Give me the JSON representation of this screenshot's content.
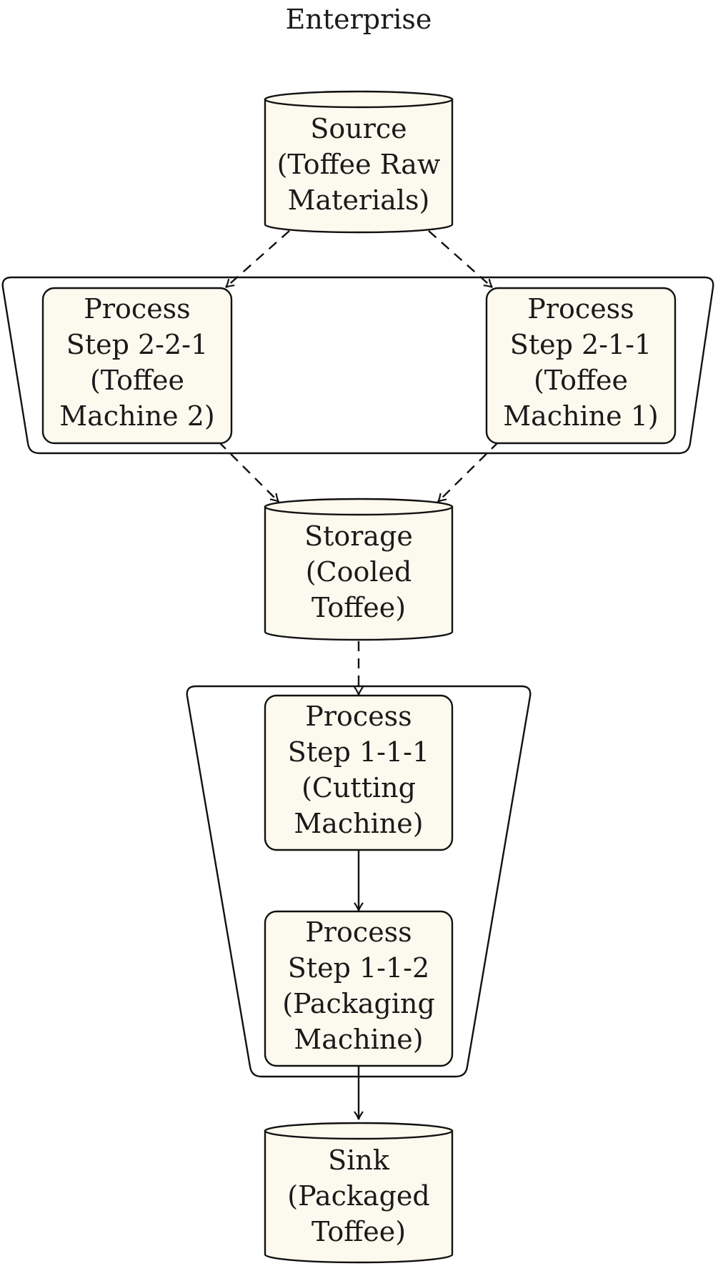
{
  "title": "Enterprise",
  "node_fill": "#fcf9ee",
  "line_color": "#111111",
  "nodes": {
    "source": {
      "shape": "cylinder",
      "lines": [
        "Source",
        "(Toffee Raw",
        "Materials)"
      ]
    },
    "p221": {
      "shape": "rounded-rect",
      "lines": [
        "Process",
        "Step 2-2-1",
        "(Toffee",
        "Machine 2)"
      ]
    },
    "p211": {
      "shape": "rounded-rect",
      "lines": [
        "Process",
        "Step 2-1-1",
        "(Toffee",
        "Machine 1)"
      ]
    },
    "storage": {
      "shape": "cylinder",
      "lines": [
        "Storage",
        "(Cooled",
        "Toffee)"
      ]
    },
    "p111": {
      "shape": "rounded-rect",
      "lines": [
        "Process",
        "Step 1-1-1",
        "(Cutting",
        "Machine)"
      ]
    },
    "p112": {
      "shape": "rounded-rect",
      "lines": [
        "Process",
        "Step 1-1-2",
        "(Packaging",
        "Machine)"
      ]
    },
    "sink": {
      "shape": "cylinder",
      "lines": [
        "Sink",
        "(Packaged",
        "Toffee)"
      ]
    }
  },
  "groups": [
    "stage-2-group",
    "stage-1-group"
  ],
  "edges": [
    {
      "from": "source",
      "to": "p221",
      "style": "dashed"
    },
    {
      "from": "source",
      "to": "p211",
      "style": "dashed"
    },
    {
      "from": "p221",
      "to": "storage",
      "style": "dashed"
    },
    {
      "from": "p211",
      "to": "storage",
      "style": "dashed"
    },
    {
      "from": "storage",
      "to": "p111",
      "style": "dashed"
    },
    {
      "from": "p111",
      "to": "p112",
      "style": "solid"
    },
    {
      "from": "p112",
      "to": "sink",
      "style": "solid"
    }
  ]
}
